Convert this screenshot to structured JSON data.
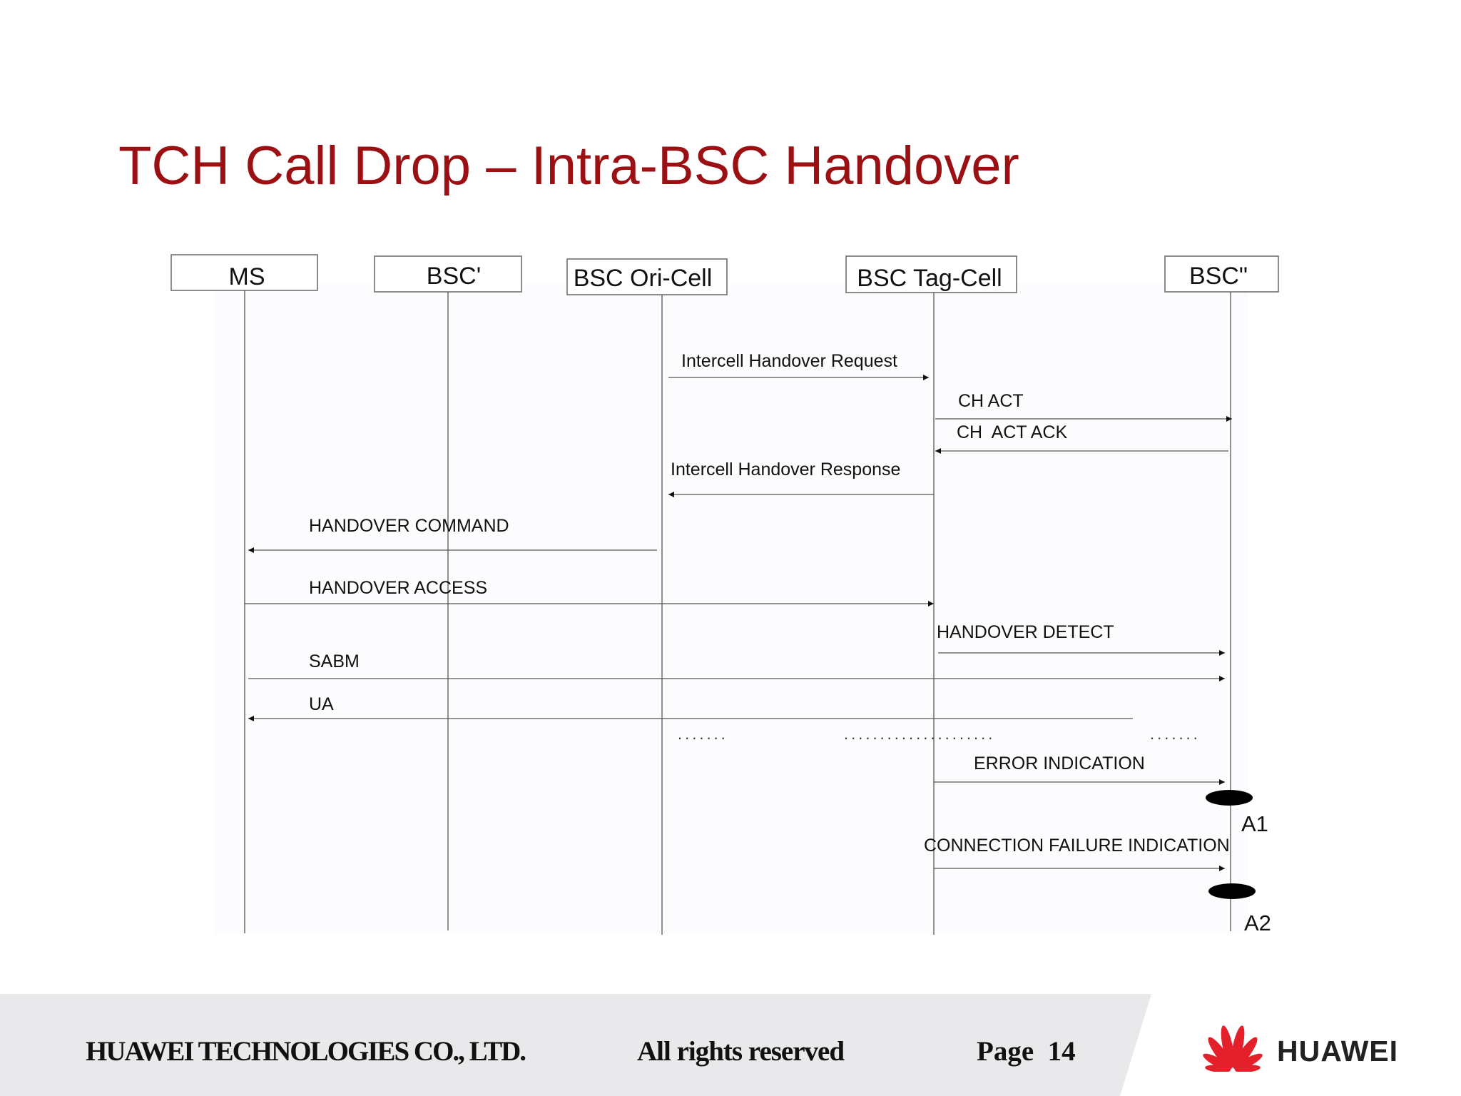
{
  "title": "TCH Call Drop – Intra-BSC Handover",
  "lifelines": [
    {
      "key": "ms",
      "label": "MS"
    },
    {
      "key": "bsc1",
      "label": "BSC'"
    },
    {
      "key": "ori",
      "label": "BSC Ori-Cell"
    },
    {
      "key": "tag",
      "label": "BSC Tag-Cell"
    },
    {
      "key": "bsc2",
      "label": "BSC\""
    }
  ],
  "messages": [
    {
      "label": "Intercell Handover Request",
      "from": "ori",
      "to": "tag"
    },
    {
      "label": "CH ACT",
      "from": "tag",
      "to": "bsc2"
    },
    {
      "label": "CH  ACT ACK",
      "from": "bsc2",
      "to": "tag"
    },
    {
      "label": "Intercell Handover Response",
      "from": "tag",
      "to": "ori"
    },
    {
      "label": "HANDOVER COMMAND",
      "from": "ori",
      "to": "ms"
    },
    {
      "label": "HANDOVER ACCESS",
      "from": "ms",
      "to": "tag"
    },
    {
      "label": "HANDOVER DETECT",
      "from": "tag",
      "to": "bsc2"
    },
    {
      "label": "SABM",
      "from": "ms",
      "to": "bsc2"
    },
    {
      "label": "UA",
      "from": "bsc2",
      "to": "ms"
    },
    {
      "label": "ERROR INDICATION",
      "from": "tag",
      "to": "bsc2"
    },
    {
      "label": "CONNECTION FAILURE INDICATION",
      "from": "tag",
      "to": "bsc2"
    }
  ],
  "markers": [
    "A1",
    "A2"
  ],
  "ellipsis": ".......",
  "footer": {
    "company": "HUAWEI TECHNOLOGIES CO., LTD.",
    "rights": "All rights reserved",
    "page": "Page  14"
  },
  "logo": {
    "wordmark": "HUAWEI",
    "color": "#e4202a"
  },
  "colors": {
    "title": "#9b1012",
    "footer_bg": "#e9e9eb",
    "line": "#555555"
  }
}
